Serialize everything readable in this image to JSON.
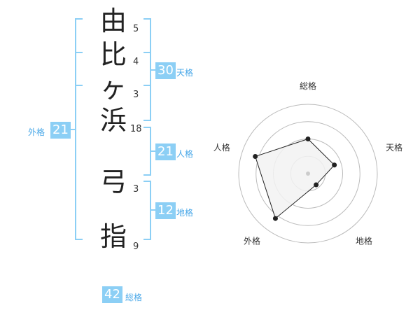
{
  "name": {
    "chars": [
      {
        "char": "由",
        "strokes": "5"
      },
      {
        "char": "比",
        "strokes": "4"
      },
      {
        "char": "ヶ",
        "strokes": "3"
      },
      {
        "char": "浜",
        "strokes": "18"
      },
      {
        "char": "弓",
        "strokes": "3"
      },
      {
        "char": "指",
        "strokes": "9"
      }
    ]
  },
  "fortune": {
    "tenkaku": {
      "label": "天格",
      "value": "30"
    },
    "jinkaku": {
      "label": "人格",
      "value": "21"
    },
    "chikaku": {
      "label": "地格",
      "value": "12"
    },
    "gaikaku": {
      "label": "外格",
      "value": "21"
    },
    "soukaku": {
      "label": "総格",
      "value": "42"
    }
  },
  "chart_data": {
    "type": "radar",
    "axes": [
      "総格",
      "天格",
      "地格",
      "外格",
      "人格"
    ],
    "values": [
      2.5,
      2.0,
      1.0,
      4.0,
      4.0
    ],
    "max": 5,
    "rings": 4,
    "colors": {
      "bracket": "#8ccff5",
      "badge": "#8ccff5",
      "label": "#4aa8e8",
      "grid": "#bbbbbb",
      "fill": "#f2f2f2",
      "line": "#222222"
    }
  }
}
